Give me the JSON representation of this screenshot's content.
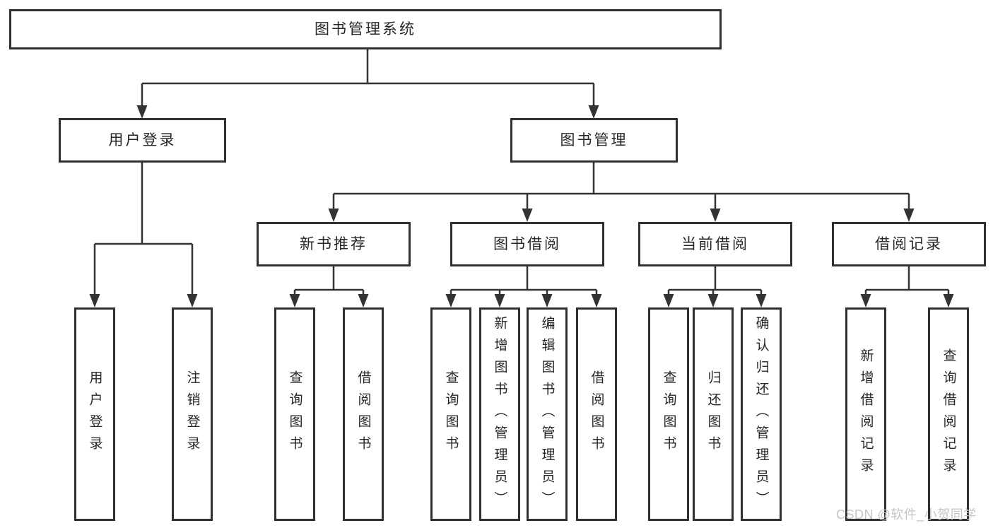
{
  "diagram_type": "hierarchy-tree",
  "colors": {
    "background": "#ffffff",
    "box_border": "#303030",
    "connector_line": "#333333",
    "text": "#262626",
    "watermark_text": "#c5c5c5"
  },
  "tree": {
    "label": "图书管理系统",
    "children": [
      {
        "label": "用户登录",
        "children": [
          {
            "label": "用户登录"
          },
          {
            "label": "注销登录"
          }
        ]
      },
      {
        "label": "图书管理",
        "children": [
          {
            "label": "新书推荐",
            "children": [
              {
                "label": "查询图书"
              },
              {
                "label": "借阅图书"
              }
            ]
          },
          {
            "label": "图书借阅",
            "children": [
              {
                "label": "查询图书"
              },
              {
                "label": "新增图书（管理员）"
              },
              {
                "label": "编辑图书（管理员）"
              },
              {
                "label": "借阅图书"
              }
            ]
          },
          {
            "label": "当前借阅",
            "children": [
              {
                "label": "查询图书"
              },
              {
                "label": "归还图书"
              },
              {
                "label": "确认归还（管理员）"
              }
            ]
          },
          {
            "label": "借阅记录",
            "children": [
              {
                "label": "新增借阅记录"
              },
              {
                "label": "查询借阅记录"
              }
            ]
          }
        ]
      }
    ]
  },
  "watermark": {
    "text": "CSDN @软件_小贺同学"
  }
}
